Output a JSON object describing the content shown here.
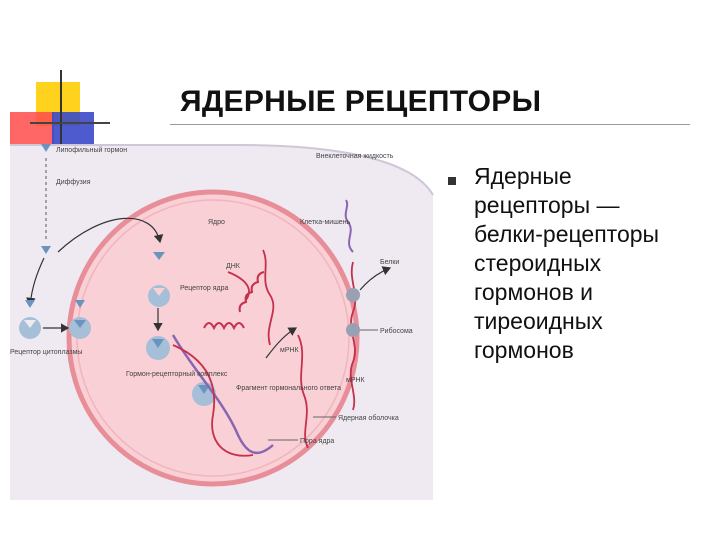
{
  "slide": {
    "title": "ЯДЕРНЫЕ РЕЦЕПТОРЫ",
    "bullet_lines": [
      "Ядерные",
      "рецепторы —",
      "белки-рецепторы",
      "стероидных",
      "гормонов и",
      "тиреоидных",
      "гормонов"
    ]
  },
  "diagram": {
    "labels": {
      "lipophilic_hormone": "Липофильный гормон",
      "extracellular_fluid": "Внеклеточная жидкость",
      "diffusion": "Диффузия",
      "nucleus": "Ядро",
      "target_cell": "Клетка-мишень",
      "nuclear_receptor": "Рецептор ядра",
      "dna": "ДНК",
      "proteins": "Белки",
      "ribosome": "Рибосома",
      "cytoplasm_receptor": "Рецептор цитоплазмы",
      "hormone_receptor_complex": "Гормон-рецепторный комплекс",
      "mrna_1": "мРНК",
      "mrna_2": "мРНК",
      "response_fragment": "Фрагмент гормонального ответа",
      "nuclear_envelope": "Ядерная оболочка",
      "nuclear_pore": "Пора ядра"
    }
  },
  "colors": {
    "membrane": "#e88e98",
    "cytoplasm": "#efeaf2",
    "nucleus": "#f8d0d6",
    "receptor": "#a6bfd8",
    "hormone": "#6a93c0",
    "dna": "#c6304a",
    "mrna": "#c6304a",
    "response": "#8a66b0",
    "accent_yellow": "#ffd21e",
    "accent_red": "#ff4c4c",
    "accent_blue": "#3a49c9"
  }
}
